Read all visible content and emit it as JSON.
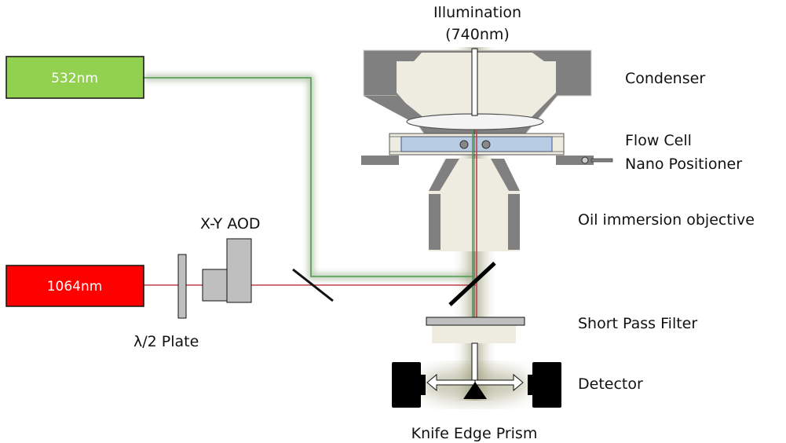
{
  "lasers": {
    "green": {
      "label": "532nm",
      "color": "#92d050"
    },
    "red": {
      "label": "1064nm",
      "color": "#ff0000"
    }
  },
  "labels": {
    "illumination_line1": "Illumination",
    "illumination_line2": "(740nm)",
    "condenser": "Condenser",
    "flow_cell": "Flow Cell",
    "nano_positioner": "Nano Positioner",
    "objective": "Oil immersion objective",
    "aod": "X-Y AOD",
    "half_wave_plate": "λ/2 Plate",
    "short_pass_filter": "Short Pass Filter",
    "detector": "Detector",
    "knife_edge_prism": "Knife Edge Prism"
  },
  "colors": {
    "housing": "#808080",
    "housing_light": "#eeece1",
    "component_gray": "#bfbfbf",
    "flow_cell_fill": "#b8cce4",
    "beam_green": "#4a9a4a",
    "beam_red": "#c0404a",
    "detector": "#000000"
  }
}
